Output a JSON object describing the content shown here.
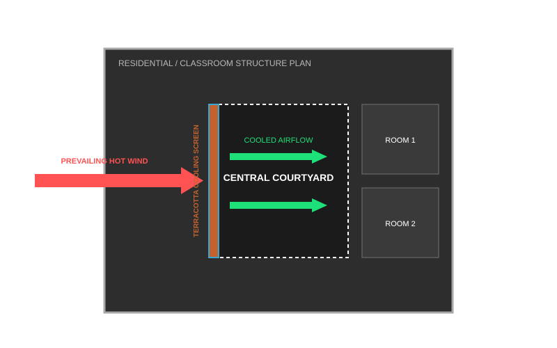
{
  "plan": {
    "title": "RESIDENTIAL / CLASSROOM STRUCTURE PLAN",
    "wind_label": "PREVAILING HOT WIND",
    "screen_label": "TERRACOTTA COOLING SCREEN",
    "airflow_label": "COOLED AIRFLOW",
    "courtyard_label": "CENTRAL COURTYARD",
    "rooms": [
      {
        "label": "ROOM 1"
      },
      {
        "label": "ROOM 2"
      }
    ]
  },
  "colors": {
    "page_bg": "#ffffff",
    "building_bg": "#2d2d2d",
    "building_border": "#a8a8a8",
    "courtyard_bg": "#1b1b1b",
    "courtyard_border": "#ffffff",
    "room_bg": "#3a3a3a",
    "room_border": "#5e5e5e",
    "wind": "#ff5252",
    "airflow": "#1ee07a",
    "screen_fill": "#c1622f",
    "screen_border": "#3aa6d8",
    "screen_text": "#c1622f",
    "title_text": "#b8b8b8"
  }
}
